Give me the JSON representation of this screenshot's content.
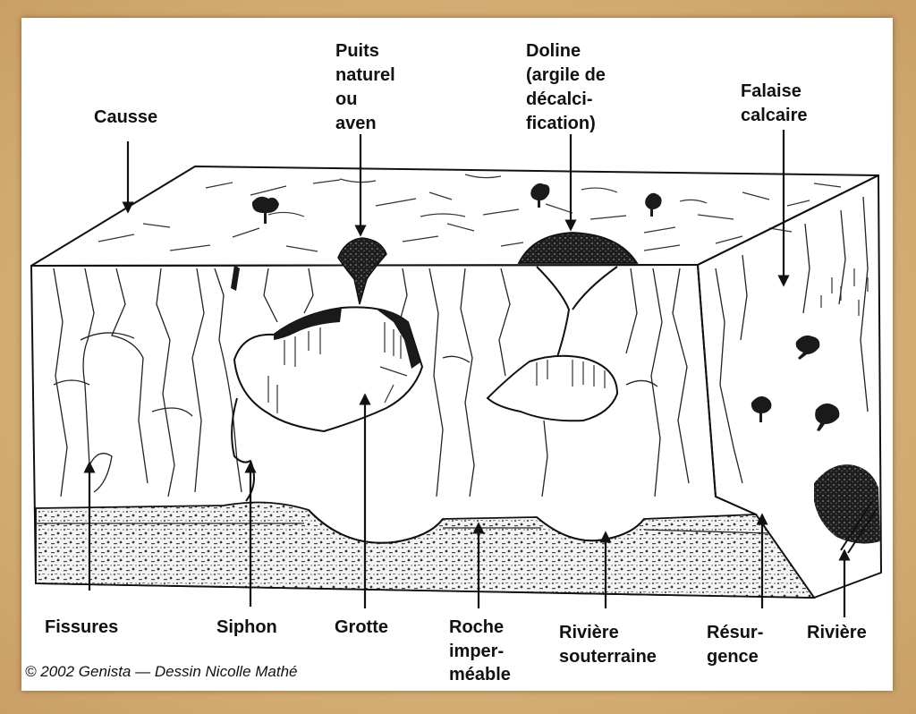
{
  "labels": {
    "causse": "Causse",
    "puits": [
      "Puits",
      "naturel",
      "ou",
      "aven"
    ],
    "doline": [
      "Doline",
      "(argile de",
      "décalci-",
      "fication)"
    ],
    "falaise": [
      "Falaise",
      "calcaire"
    ],
    "fissures": "Fissures",
    "siphon": "Siphon",
    "grotte": "Grotte",
    "roche": [
      "Roche",
      "imper-",
      "méable"
    ],
    "riviere_souterraine": [
      "Rivière",
      "souterraine"
    ],
    "resurgence": [
      "Résur-",
      "gence"
    ],
    "riviere": "Rivière"
  },
  "credit": "© 2002 Genista — Dessin Nicolle Mathé",
  "colors": {
    "frame": "#d6b27c",
    "panel": "#ffffff",
    "ink": "#111111"
  }
}
